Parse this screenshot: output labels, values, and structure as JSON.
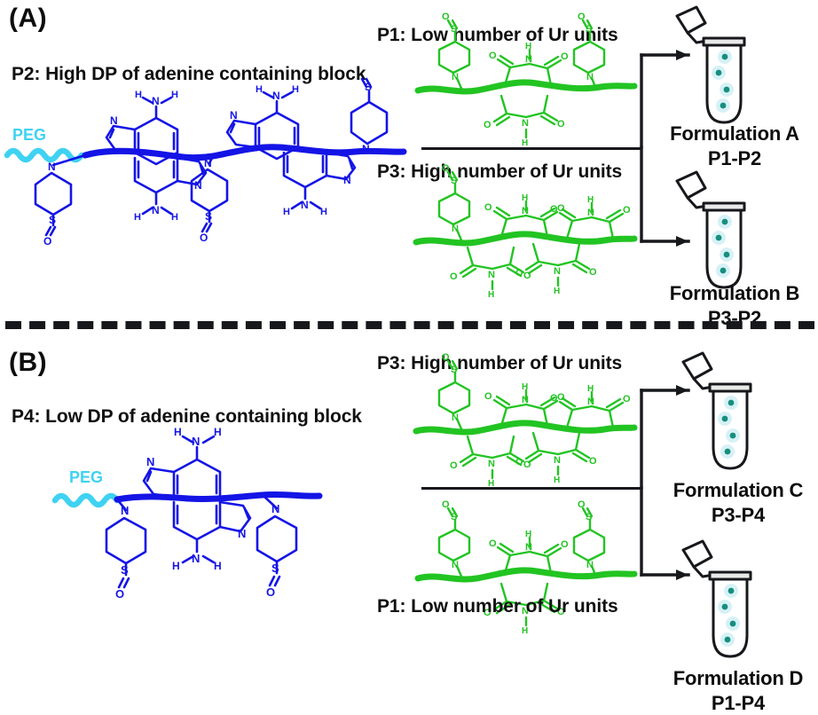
{
  "figure": {
    "type": "scientific-scheme",
    "background": "#ffffff",
    "colors": {
      "blue_polymer": "#1414e6",
      "peg_cyan": "#3fd2f2",
      "green_polymer": "#22c422",
      "black_line": "#17181c",
      "particle_core": "#18a08a",
      "particle_halo": "#b9e8f2"
    }
  },
  "panels": [
    {
      "id": "A",
      "letter": "(A)",
      "left_heading": "P2: High DP of adenine containing block",
      "left_peg_label": "PEG",
      "top_partner_heading": "P1: Low number of Ur units",
      "bottom_partner_heading": "P3: High number of Ur units",
      "outputs": [
        {
          "name": "Formulation A",
          "components": "P1-P2"
        },
        {
          "name": "Formulation B",
          "components": "P3-P2"
        }
      ]
    },
    {
      "id": "B",
      "letter": "(B)",
      "left_heading": "P4: Low DP of adenine containing block",
      "left_peg_label": "PEG",
      "top_partner_heading": "P3: High number of Ur units",
      "bottom_partner_heading": "P1: Low number of Ur units",
      "outputs": [
        {
          "name": "Formulation C",
          "components": "P3-P4"
        },
        {
          "name": "Formulation D",
          "components": "P1-P4"
        }
      ]
    }
  ],
  "atom_labels": {
    "nitrogen": "N",
    "hydrogen": "H",
    "oxygen": "O",
    "sulfur": "S"
  }
}
